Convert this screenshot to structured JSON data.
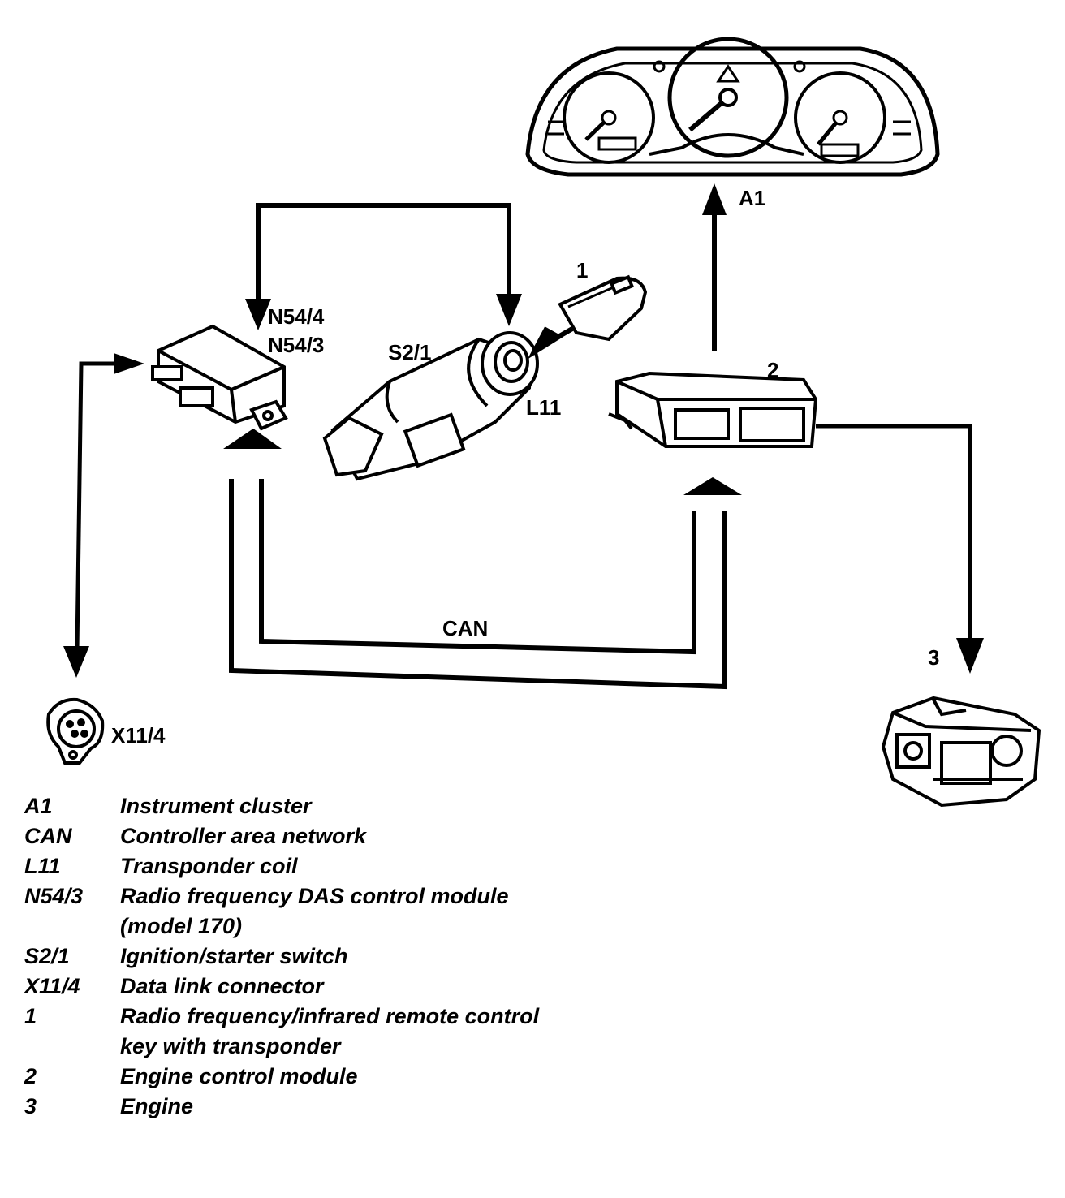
{
  "labels": {
    "a1": "A1",
    "n54_4": "N54/4",
    "n54_3": "N54/3",
    "s2_1": "S2/1",
    "l11": "L11",
    "key": "1",
    "ecm": "2",
    "engine": "3",
    "can": "CAN",
    "dlc": "X11/4"
  },
  "legend": [
    {
      "code": "A1",
      "desc": "Instrument cluster"
    },
    {
      "code": "CAN",
      "desc": "Controller area network"
    },
    {
      "code": "L11",
      "desc": "Transponder coil"
    },
    {
      "code": "N54/3",
      "desc": "Radio frequency DAS control module (model 170)"
    },
    {
      "code": "S2/1",
      "desc": "Ignition/starter switch"
    },
    {
      "code": "X11/4",
      "desc": "Data link connector"
    },
    {
      "code": "1",
      "desc": "Radio frequency/infrared remote control key with transponder"
    },
    {
      "code": "2",
      "desc": "Engine control module"
    },
    {
      "code": "3",
      "desc": "Engine"
    }
  ]
}
